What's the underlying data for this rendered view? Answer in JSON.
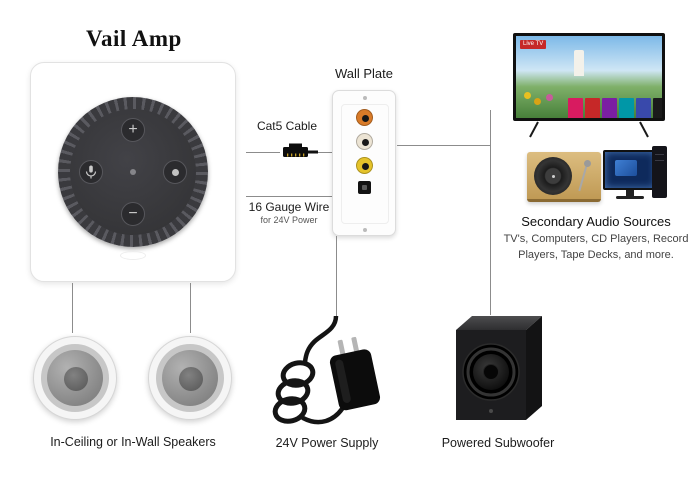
{
  "title": "Vail Amp",
  "amp": {
    "icons": {
      "plus": "+",
      "minus": "−"
    }
  },
  "connections": {
    "cat5_label": "Cat5 Cable",
    "gauge_label": "16 Gauge Wire",
    "gauge_sublabel": "for 24V Power"
  },
  "wall_plate": {
    "label": "Wall Plate"
  },
  "sources": {
    "title": "Secondary Audio Sources",
    "caption_line1": "TV's, Computers, CD Players, Record",
    "caption_line2": "Players, Tape Decks, and more.",
    "tv_badge": "Live TV"
  },
  "speakers": {
    "caption": "In-Ceiling or In-Wall Speakers"
  },
  "power_supply": {
    "caption": "24V Power Supply"
  },
  "subwoofer": {
    "caption": "Powered Subwoofer"
  },
  "colors": {
    "rca_orange": "#d97b28",
    "rca_white": "#ece4d4",
    "rca_yellow": "#e5c32a",
    "connector_line": "#8c8c8c",
    "tv_badge_red": "#c62828"
  }
}
